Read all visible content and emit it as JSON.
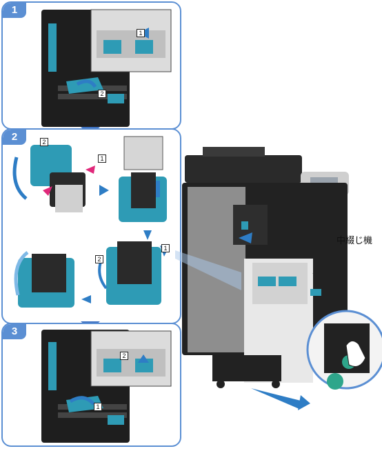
{
  "steps": [
    {
      "number": "1",
      "callouts": [
        "1",
        "2"
      ]
    },
    {
      "number": "2",
      "callouts": [
        "2",
        "1",
        "2",
        "1"
      ]
    },
    {
      "number": "3",
      "callouts": [
        "2",
        "1"
      ]
    }
  ],
  "machine_label": "中綴じ機",
  "colors": {
    "panel_border": "#5b8fd3",
    "accent_blue": "#2e7dc5",
    "part_teal": "#2e9bb5",
    "machine_dark": "#1f1f1f"
  },
  "icons": [
    "arrow-icon",
    "pointer-arrow-icon",
    "hand-icon"
  ]
}
